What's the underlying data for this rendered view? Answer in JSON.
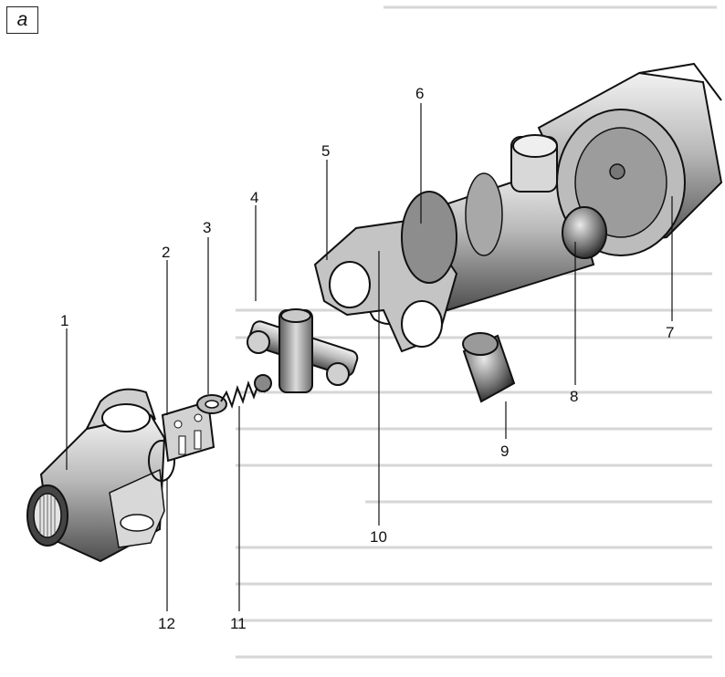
{
  "figure": {
    "panel_label": "а",
    "callouts": {
      "c1": "1",
      "c2": "2",
      "c3": "3",
      "c4": "4",
      "c5": "5",
      "c6": "6",
      "c7": "7",
      "c8": "8",
      "c9": "9",
      "c10": "10",
      "c11": "11",
      "c12": "12"
    }
  }
}
